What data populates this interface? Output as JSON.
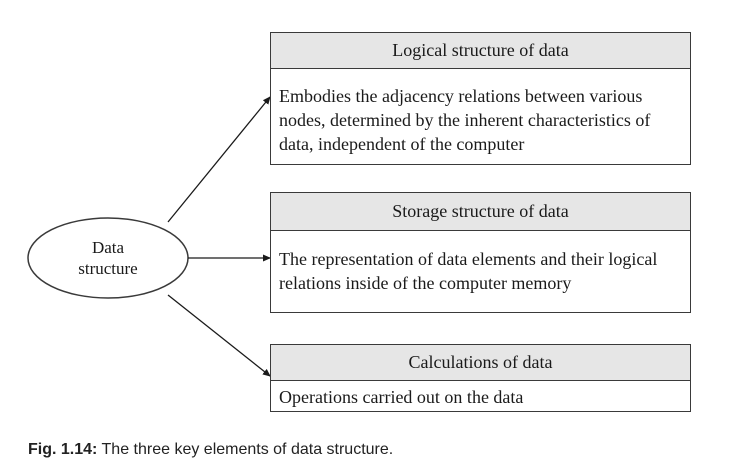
{
  "center_node": {
    "line1": "Data",
    "line2": "structure"
  },
  "boxes": {
    "logical": {
      "title": "Logical structure of data",
      "body_lines": [
        "Embodies the adjacency relations between various",
        "nodes, determined by the inherent characteristics of",
        "data, independent of the computer"
      ]
    },
    "storage": {
      "title": "Storage structure of data",
      "body_lines": [
        "The representation of data elements and their logical",
        "relations inside of the computer memory"
      ]
    },
    "calc": {
      "title": "Calculations of data",
      "body_lines": [
        "Operations carried out on the data"
      ]
    }
  },
  "caption": {
    "label": "Fig. 1.14:",
    "text": " The three key elements of data structure."
  },
  "colors": {
    "stroke": "#3a3a3a",
    "header_fill": "#e6e6e6"
  }
}
